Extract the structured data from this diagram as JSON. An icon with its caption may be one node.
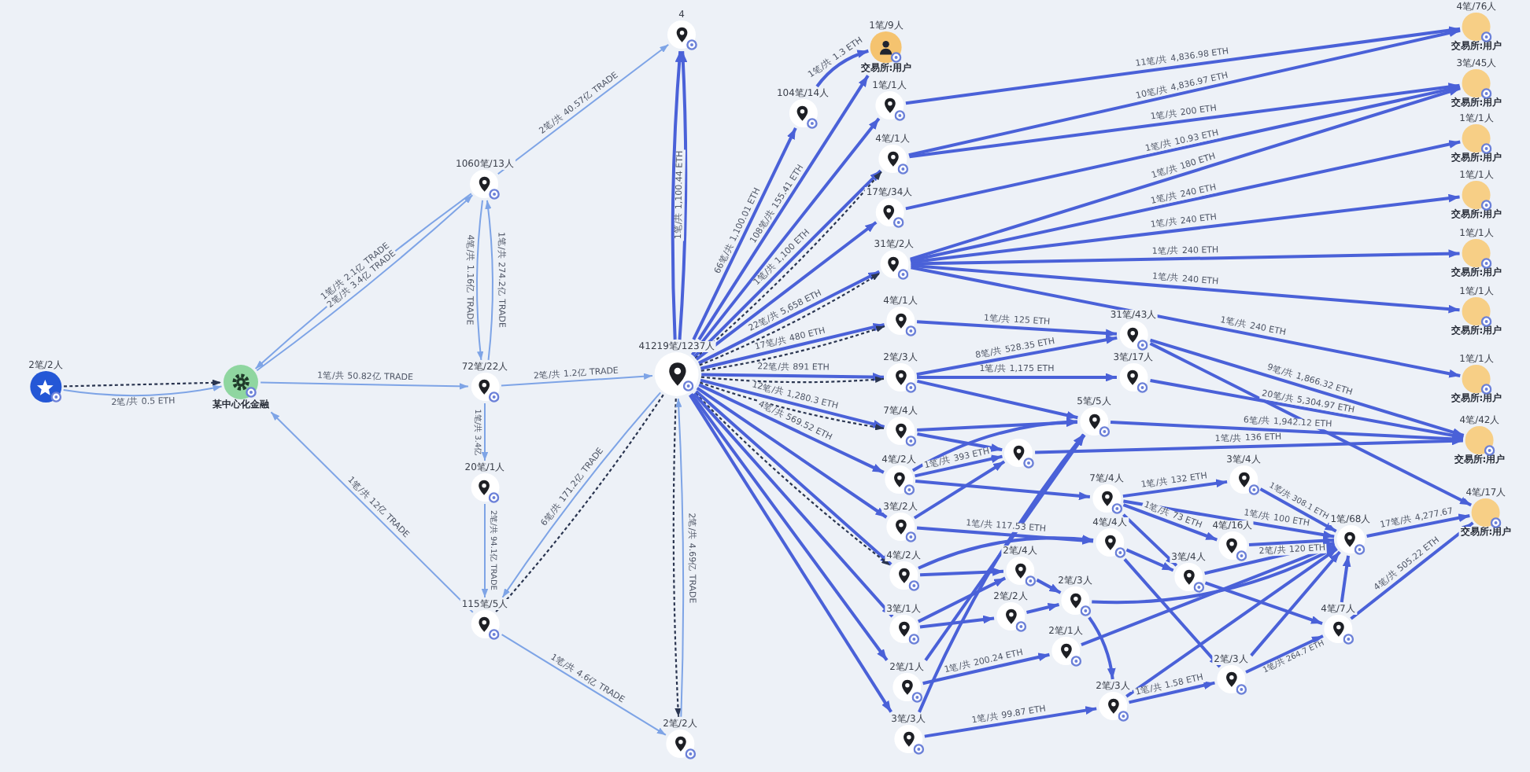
{
  "diagram": {
    "nodes": [
      {
        "text": [
          "2笔/2人"
        ]
      },
      {
        "text": [
          "某中心化金融"
        ]
      },
      {
        "text": [
          "1060笔/13人"
        ]
      },
      {
        "text": [
          "72笔/22人"
        ]
      },
      {
        "text": [
          "20笔/1人"
        ]
      },
      {
        "text": [
          "115笔/5人"
        ]
      },
      {
        "text": [
          "4"
        ]
      },
      {
        "text": [
          "41219笔/1237人"
        ]
      },
      {
        "text": [
          "2笔/2人"
        ]
      },
      {
        "text": [
          "1笔/9人",
          "交易所:用户"
        ]
      },
      {
        "text": [
          "104笔/14人"
        ]
      },
      {
        "text": [
          "1笔/1人"
        ]
      },
      {
        "text": [
          "4笔/1人"
        ]
      },
      {
        "text": [
          "17笔/34人"
        ]
      },
      {
        "text": [
          "31笔/2人"
        ]
      },
      {
        "text": [
          "4笔/1人"
        ]
      },
      {
        "text": [
          "2笔/3人"
        ]
      },
      {
        "text": [
          "7笔/4人"
        ]
      },
      {
        "text": [
          "4笔/2人"
        ]
      },
      {
        "text": [
          "3笔/2人"
        ]
      },
      {
        "text": [
          "4笔/2人"
        ]
      },
      {
        "text": [
          "3笔/1人"
        ]
      },
      {
        "text": [
          "2笔/1人"
        ]
      },
      {
        "text": [
          "3笔/3人"
        ]
      },
      {
        "text": [
          "31笔/43人"
        ]
      },
      {
        "text": [
          "3笔/17人"
        ]
      },
      {
        "text": [
          "5笔/5人"
        ]
      },
      {
        "text": [],
        "shape": "circle"
      },
      {
        "text": [
          "7笔/4人"
        ]
      },
      {
        "text": [
          "4笔/4人"
        ]
      },
      {
        "text": [
          "2笔/4人"
        ]
      },
      {
        "text": [
          "2笔/2人"
        ]
      },
      {
        "text": [
          "2笔/3人"
        ]
      },
      {
        "text": [
          "2笔/1人"
        ]
      },
      {
        "text": [
          "2笔/3人"
        ]
      },
      {
        "text": [
          "3笔/4人"
        ]
      },
      {
        "text": [
          "4笔/16人"
        ]
      },
      {
        "text": [
          "3笔/4人"
        ]
      },
      {
        "text": [
          "1笔/68人"
        ]
      },
      {
        "text": [
          "4笔/7人"
        ]
      },
      {
        "text": [
          "2笔/3人"
        ]
      },
      {
        "text": [
          "4笔/76人",
          "交易所:用户"
        ]
      },
      {
        "text": [
          "3笔/45人",
          "交易所:用户"
        ]
      },
      {
        "text": [
          "1笔/1人",
          "交易所:用户"
        ]
      },
      {
        "text": [
          "1笔/1人",
          "交易所:用户"
        ]
      },
      {
        "text": [
          "1笔/1人",
          "交易所:用户"
        ]
      },
      {
        "text": [
          "1笔/1人",
          "交易所:用户"
        ]
      },
      {
        "text": [
          "1笔/1人",
          "交易所:用户"
        ]
      },
      {
        "text": [
          "4笔/42人",
          "交易所:用户"
        ]
      },
      {
        "text": [
          "4笔/17人",
          "交易所:用户"
        ]
      }
    ],
    "edges": [
      {
        "from": 0,
        "to": 1,
        "arrow": "to",
        "style": "dashed",
        "color": "#2a3550"
      },
      {
        "from": 0,
        "to": 1,
        "arrow": "to",
        "label": "2笔/共 0.5 ETH",
        "color": "#7ea4e6"
      },
      {
        "from": 1,
        "to": 2,
        "arrow": "to",
        "label": "2笔/共 3.4亿 TRADE",
        "color": "#7ea4e6"
      },
      {
        "from": 2,
        "to": 1,
        "arrow": "to",
        "label": "1笔/共 2.1亿 TRADE",
        "color": "#7ea4e6"
      },
      {
        "from": 1,
        "to": 3,
        "arrow": "to",
        "label": "1笔/共 50.82亿 TRADE",
        "color": "#7ea4e6"
      },
      {
        "from": 2,
        "to": 6,
        "arrow": "to",
        "label": "2笔/共 40.57亿 TRADE",
        "color": "#7ea4e6"
      },
      {
        "from": 3,
        "to": 2,
        "arrow": "to",
        "label": "1笔/共 274.2亿 TRADE",
        "color": "#7ea4e6"
      },
      {
        "from": 2,
        "to": 3,
        "arrow": "to",
        "label": "4笔/共 1.16亿 TRADE",
        "color": "#7ea4e6"
      },
      {
        "from": 3,
        "to": 7,
        "arrow": "to",
        "label": "2笔/共 1.2亿 TRADE",
        "color": "#7ea4e6"
      },
      {
        "from": 3,
        "to": 4,
        "arrow": "to",
        "label": "1笔/共 3.4亿",
        "color": "#7ea4e6"
      },
      {
        "from": 4,
        "to": 5,
        "arrow": "to",
        "label": "2笔/共 94.1亿 TRADE",
        "color": "#7ea4e6"
      },
      {
        "from": 5,
        "to": 1,
        "arrow": "to",
        "label": "1笔/共 12亿 TRADE",
        "color": "#7ea4e6"
      },
      {
        "from": 7,
        "to": 5,
        "arrow": "to",
        "style": "dashed",
        "color": "#2a3550"
      },
      {
        "from": 7,
        "to": 5,
        "arrow": "to",
        "label": "6笔/共 171.2亿 TRADE",
        "color": "#7ea4e6"
      },
      {
        "from": 5,
        "to": 8,
        "arrow": "to",
        "label": "1笔/共 4.6亿 TRADE",
        "color": "#7ea4e6"
      },
      {
        "from": 7,
        "to": 8,
        "arrow": "to",
        "style": "dashed",
        "color": "#2a3550"
      },
      {
        "from": 8,
        "to": 7,
        "arrow": "to",
        "label": "2笔/共 4.69亿 TRADE",
        "color": "#7ea4e6"
      },
      {
        "from": 7,
        "to": 6,
        "arrow": "to",
        "label": "1笔/共 1,100.44 ETH"
      },
      {
        "from": 7,
        "to": 6,
        "arrow": "to"
      },
      {
        "from": 7,
        "to": 10,
        "arrow": "to",
        "label": "66笔/共 1,100.01 ETH"
      },
      {
        "from": 7,
        "to": 9,
        "arrow": "to",
        "label": "108笔/共 155.41 ETH"
      },
      {
        "from": 7,
        "to": 11,
        "arrow": "to"
      },
      {
        "from": 7,
        "to": 12,
        "arrow": "to",
        "label": "1笔/共 1,100 ETH"
      },
      {
        "from": 7,
        "to": 12,
        "arrow": "to",
        "style": "dashed",
        "color": "#2a3550"
      },
      {
        "from": 7,
        "to": 13,
        "arrow": "to"
      },
      {
        "from": 7,
        "to": 14,
        "arrow": "to",
        "label": "22笔/共 5,658 ETH"
      },
      {
        "from": 7,
        "to": 14,
        "arrow": "to",
        "style": "dashed",
        "color": "#2a3550"
      },
      {
        "from": 7,
        "to": 15,
        "arrow": "to",
        "label": "17笔/共 480 ETH"
      },
      {
        "from": 7,
        "to": 15,
        "arrow": "to",
        "style": "dashed",
        "color": "#2a3550"
      },
      {
        "from": 7,
        "to": 16,
        "arrow": "to",
        "label": "22笔/共 891 ETH"
      },
      {
        "from": 7,
        "to": 16,
        "arrow": "to",
        "style": "dashed",
        "color": "#2a3550"
      },
      {
        "from": 7,
        "to": 17,
        "arrow": "to",
        "label": "12笔/共 1,280.3 ETH"
      },
      {
        "from": 7,
        "to": 17,
        "arrow": "to",
        "style": "dashed",
        "color": "#2a3550"
      },
      {
        "from": 7,
        "to": 18,
        "arrow": "to",
        "label": "4笔/共 569.52 ETH"
      },
      {
        "from": 7,
        "to": 19,
        "arrow": "to"
      },
      {
        "from": 7,
        "to": 20,
        "arrow": "to"
      },
      {
        "from": 7,
        "to": 20,
        "arrow": "to",
        "style": "dashed",
        "color": "#2a3550"
      },
      {
        "from": 7,
        "to": 21,
        "arrow": "to"
      },
      {
        "from": 7,
        "to": 22,
        "arrow": "to"
      },
      {
        "from": 7,
        "to": 23,
        "arrow": "to"
      },
      {
        "from": 10,
        "to": 9,
        "arrow": "to",
        "label": "1笔/共 1.3 ETH"
      },
      {
        "from": 11,
        "to": 41,
        "arrow": "to",
        "label": "11笔/共 4,836.98 ETH"
      },
      {
        "from": 12,
        "to": 41,
        "arrow": "to",
        "label": "10笔/共 4,836.97 ETH"
      },
      {
        "from": 12,
        "to": 42,
        "arrow": "to",
        "label": "1笔/共 200 ETH"
      },
      {
        "from": 13,
        "to": 42,
        "arrow": "to",
        "label": "1笔/共 10.93 ETH"
      },
      {
        "from": 14,
        "to": 42,
        "arrow": "to",
        "label": "1笔/共 180 ETH"
      },
      {
        "from": 14,
        "to": 43,
        "arrow": "to",
        "label": "1笔/共 240 ETH"
      },
      {
        "from": 14,
        "to": 44,
        "arrow": "to",
        "label": "1笔/共 240 ETH"
      },
      {
        "from": 14,
        "to": 45,
        "arrow": "to",
        "label": "1笔/共 240 ETH"
      },
      {
        "from": 14,
        "to": 46,
        "arrow": "to",
        "label": "1笔/共 240 ETH"
      },
      {
        "from": 14,
        "to": 47,
        "arrow": "to",
        "label": "1笔/共 240 ETH"
      },
      {
        "from": 15,
        "to": 24,
        "arrow": "to",
        "label": "1笔/共 125 ETH"
      },
      {
        "from": 16,
        "to": 24,
        "arrow": "to",
        "label": "8笔/共 528.35 ETH"
      },
      {
        "from": 16,
        "to": 25,
        "arrow": "to",
        "label": "1笔/共 1,175 ETH"
      },
      {
        "from": 16,
        "to": 26,
        "arrow": "to"
      },
      {
        "from": 17,
        "to": 26,
        "arrow": "to"
      },
      {
        "from": 17,
        "to": 27,
        "arrow": "to"
      },
      {
        "from": 18,
        "to": 27,
        "arrow": "to",
        "label": "1笔/共 393 ETH"
      },
      {
        "from": 18,
        "to": 26,
        "arrow": "to"
      },
      {
        "from": 18,
        "to": 28,
        "arrow": "to"
      },
      {
        "from": 19,
        "to": 27,
        "arrow": "to"
      },
      {
        "from": 19,
        "to": 29,
        "arrow": "to",
        "label": "1笔/共 117.53 ETH"
      },
      {
        "from": 20,
        "to": 30,
        "arrow": "to"
      },
      {
        "from": 20,
        "to": 29,
        "arrow": "to"
      },
      {
        "from": 21,
        "to": 30,
        "arrow": "to"
      },
      {
        "from": 21,
        "to": 31,
        "arrow": "to"
      },
      {
        "from": 22,
        "to": 26,
        "arrow": "to"
      },
      {
        "from": 22,
        "to": 33,
        "arrow": "to",
        "label": "1笔/共 200.24 ETH"
      },
      {
        "from": 23,
        "to": 34,
        "arrow": "to",
        "label": "1笔/共 99.87 ETH"
      },
      {
        "from": 23,
        "to": 26,
        "arrow": "to"
      },
      {
        "from": 24,
        "to": 48,
        "arrow": "to",
        "label": "9笔/共 1,866.32 ETH"
      },
      {
        "from": 25,
        "to": 48,
        "arrow": "to",
        "label": "20笔/共 5,304.97 ETH"
      },
      {
        "from": 26,
        "to": 48,
        "arrow": "to",
        "label": "6笔/共 1,942.12 ETH"
      },
      {
        "from": 27,
        "to": 48,
        "arrow": "to",
        "label": "1笔/共 136 ETH"
      },
      {
        "from": 24,
        "to": 49,
        "arrow": "to"
      },
      {
        "from": 28,
        "to": 35,
        "arrow": "to",
        "label": "1笔/共 132 ETH"
      },
      {
        "from": 28,
        "to": 36,
        "arrow": "to",
        "label": "1笔/共 73 ETH"
      },
      {
        "from": 28,
        "to": 38,
        "arrow": "to",
        "label": "1笔/共 100 ETH"
      },
      {
        "from": 28,
        "to": 37,
        "arrow": "to"
      },
      {
        "from": 29,
        "to": 37,
        "arrow": "to"
      },
      {
        "from": 29,
        "to": 40,
        "arrow": "to"
      },
      {
        "from": 35,
        "to": 38,
        "arrow": "to",
        "label": "1笔/共 308.1 ETH"
      },
      {
        "from": 36,
        "to": 38,
        "arrow": "to",
        "label": "2笔/共 120 ETH"
      },
      {
        "from": 37,
        "to": 38,
        "arrow": "to"
      },
      {
        "from": 37,
        "to": 39,
        "arrow": "to"
      },
      {
        "from": 32,
        "to": 38,
        "arrow": "to"
      },
      {
        "from": 33,
        "to": 38,
        "arrow": "to"
      },
      {
        "from": 34,
        "to": 40,
        "arrow": "to",
        "label": "1笔/共 1.58 ETH"
      },
      {
        "from": 34,
        "to": 38,
        "arrow": "to"
      },
      {
        "from": 40,
        "to": 39,
        "arrow": "to",
        "label": "1笔/共 264.7 ETH"
      },
      {
        "from": 40,
        "to": 38,
        "arrow": "to"
      },
      {
        "from": 39,
        "to": 38,
        "arrow": "to"
      },
      {
        "from": 38,
        "to": 49,
        "arrow": "to",
        "label": "17笔/共 4,277.67"
      },
      {
        "from": 39,
        "to": 49,
        "arrow": "to",
        "label": "4笔/共 505.22 ETH"
      },
      {
        "from": 32,
        "to": 34,
        "arrow": "to"
      },
      {
        "from": 31,
        "to": 32,
        "arrow": "to"
      },
      {
        "from": 30,
        "to": 32,
        "arrow": "to"
      }
    ]
  }
}
